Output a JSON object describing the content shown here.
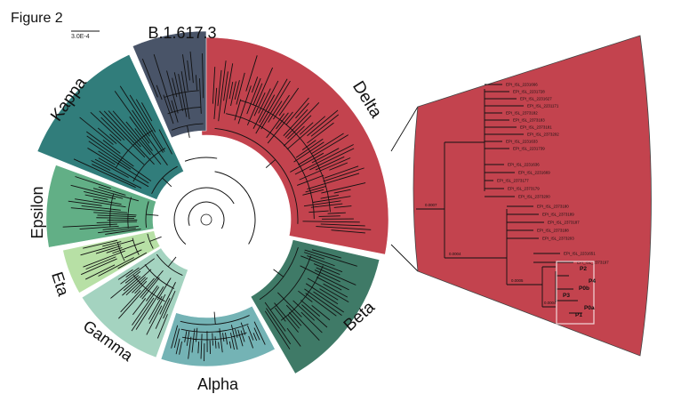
{
  "figure": {
    "title": "Figure 2",
    "scale_label": "3.0E-4"
  },
  "clades": [
    {
      "name": "Delta",
      "color": "#c3434e"
    },
    {
      "name": "Beta",
      "color": "#3f7a67"
    },
    {
      "name": "Alpha",
      "color": "#74b3b5"
    },
    {
      "name": "Gamma",
      "color": "#a4d3c0"
    },
    {
      "name": "Eta",
      "color": "#b7e0a5"
    },
    {
      "name": "Epsilon",
      "color": "#62af86"
    },
    {
      "name": "Kappa",
      "color": "#317d7b"
    },
    {
      "name": "B.1.617.3",
      "color": "#495468"
    }
  ],
  "zoom": {
    "color": "#c3434e",
    "node_values": [
      "0.0007",
      "0.0004",
      "0.0005",
      "0.0004"
    ],
    "tips": [
      "EPI_ISL_2231666",
      "EPI_ISL_2231728",
      "EPI_ISL_2231627",
      "EPI_ISL_2231171",
      "EPI_ISL_2373182",
      "EPI_ISL_2373183",
      "EPI_ISL_2373181",
      "EPI_ISL_2373202",
      "EPI_ISL_2231633",
      "EPI_ISL_2231739",
      "EPI_ISL_2231636",
      "EPI_ISL_2231669",
      "EPI_ISL_2373177",
      "EPI_ISL_2373179",
      "EPI_ISL_2373200",
      "EPI_ISL_2373180",
      "EPI_ISL_2373189",
      "EPI_ISL_2373187",
      "EPI_ISL_2373188",
      "EPI_ISL_2373203",
      "EPI_ISL_2231651",
      "EPI_ISL_2373197"
    ],
    "patients": [
      "P2",
      "P4",
      "P0b",
      "P3",
      "P0a",
      "P1"
    ]
  }
}
